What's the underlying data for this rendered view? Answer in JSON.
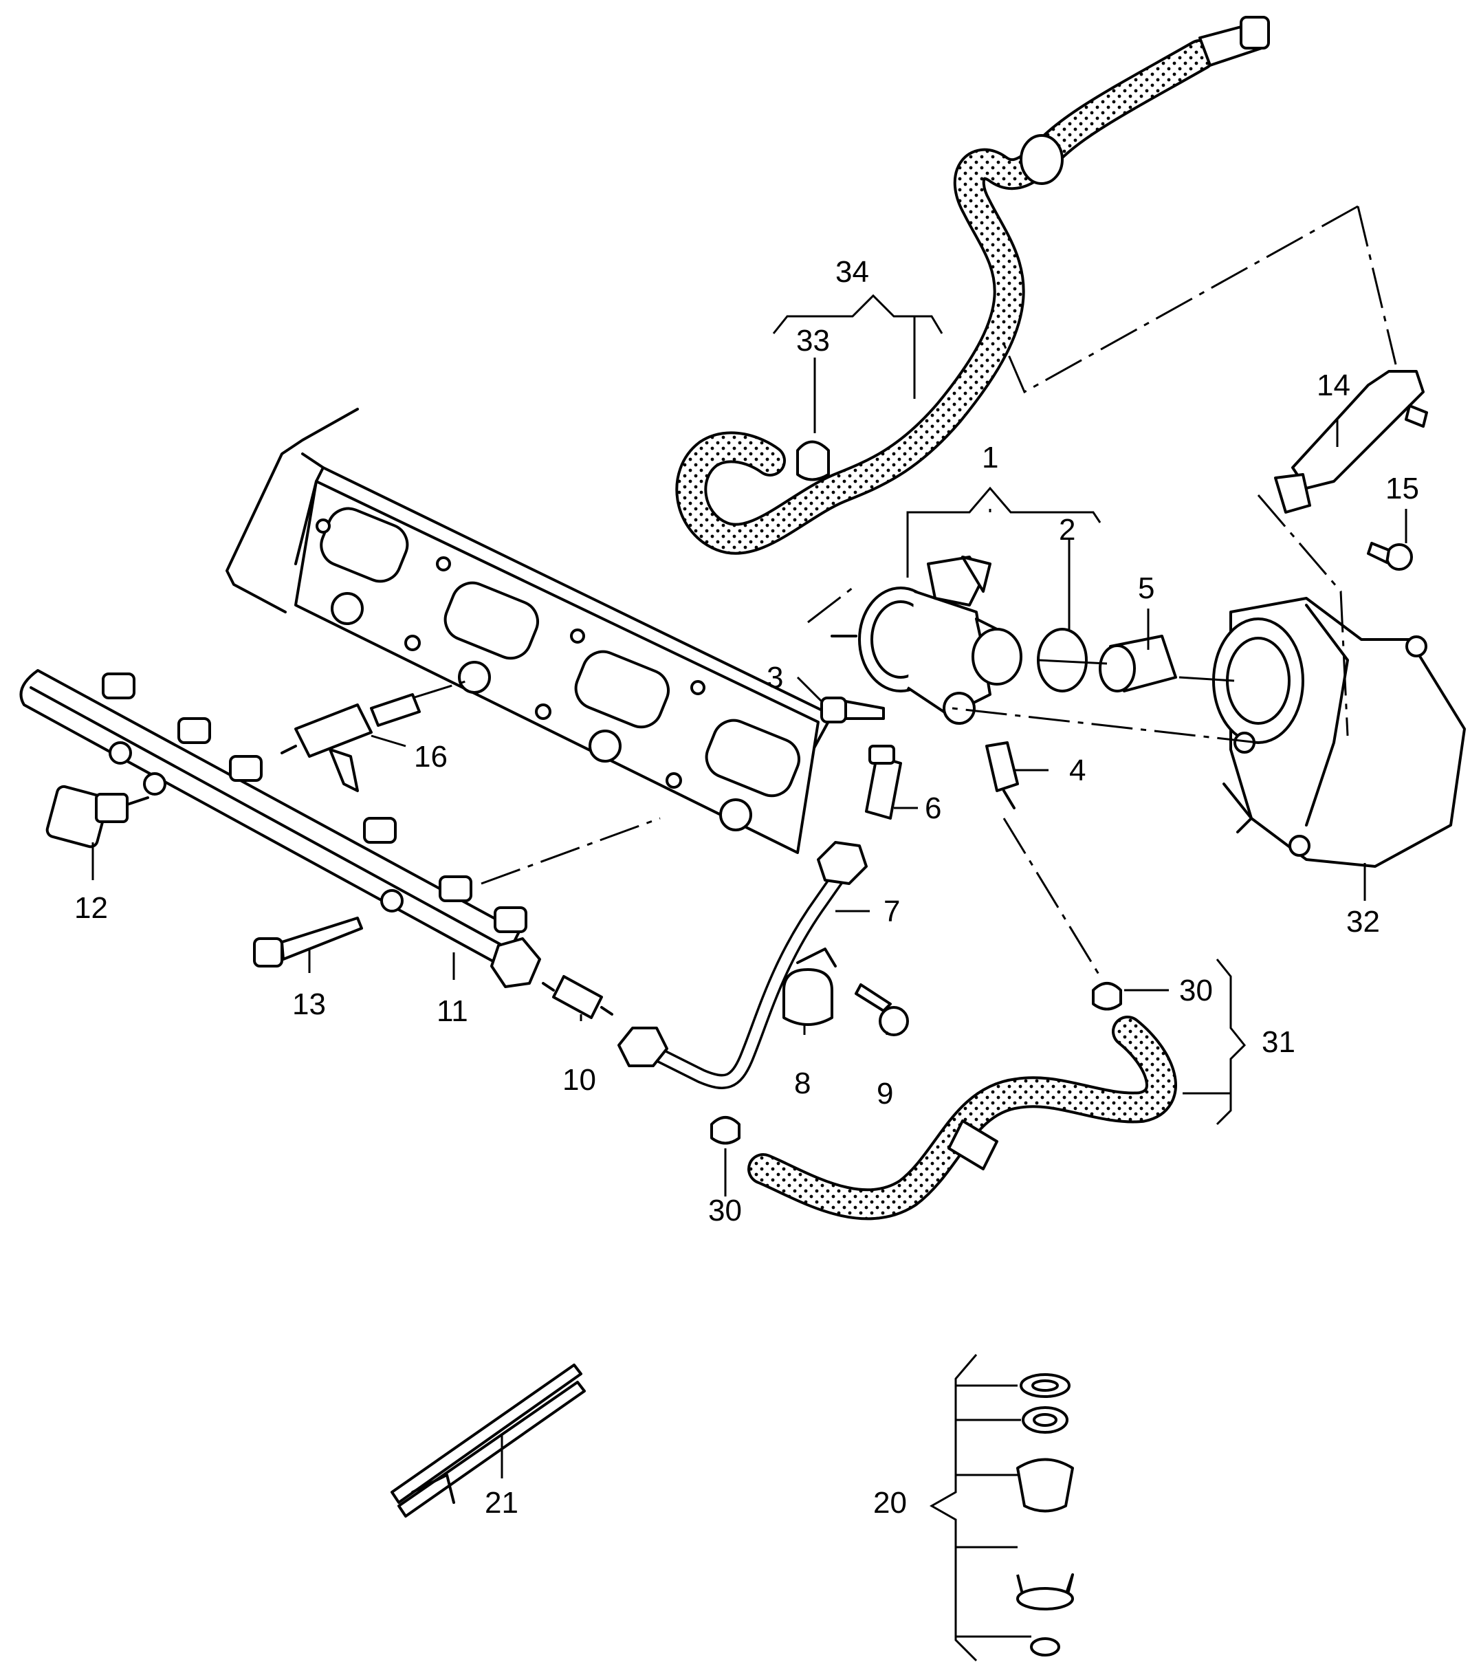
{
  "labels": {
    "l1": "1",
    "l2": "2",
    "l3": "3",
    "l4": "4",
    "l5": "5",
    "l6": "6",
    "l7": "7",
    "l8": "8",
    "l9": "9",
    "l10": "10",
    "l11": "11",
    "l12": "12",
    "l13": "13",
    "l14": "14",
    "l15": "15",
    "l16": "16",
    "l20": "20",
    "l21": "21",
    "l30a": "30",
    "l30b": "30",
    "l31": "31",
    "l32": "32",
    "l33": "33",
    "l34": "34"
  }
}
